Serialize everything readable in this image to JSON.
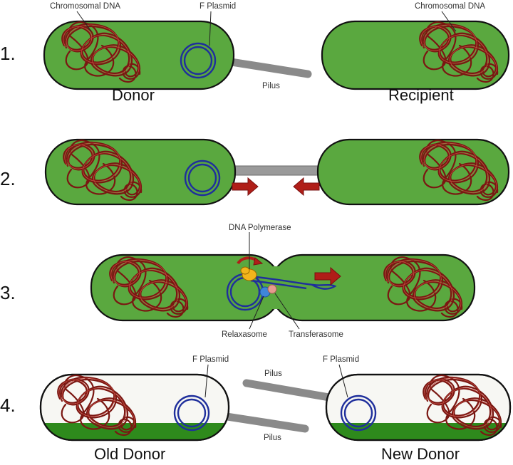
{
  "steps": [
    "1.",
    "2.",
    "3.",
    "4."
  ],
  "labels": {
    "chromosomal_dna_left": "Chromosomal DNA",
    "chromosomal_dna_right": "Chromosomal DNA",
    "f_plasmid_1": "F Plasmid",
    "pilus_1": "Pilus",
    "donor": "Donor",
    "recipient": "Recipient",
    "dna_polymerase": "DNA Polymerase",
    "relaxasome": "Relaxasome",
    "transferasome": "Transferasome",
    "f_plasmid_4_left": "F Plasmid",
    "f_plasmid_4_right": "F Plasmid",
    "pilus_4_top": "Pilus",
    "pilus_4_bottom": "Pilus",
    "old_donor": "Old Donor",
    "new_donor": "New Donor"
  },
  "colors": {
    "cell_green": "#5aa83f",
    "cell_white": "#f7f7f3",
    "dna": "#7a1712",
    "plasmid": "#1f2f9c",
    "pilus": "#8a8a8a",
    "arrow": "#b01e18",
    "polymerase": "#f2b51c",
    "relaxasome": "#3f86d8",
    "transferasome": "#e79b8e"
  },
  "icons": [
    "dna-coil-icon",
    "plasmid-ring-icon",
    "arrow-icon"
  ]
}
